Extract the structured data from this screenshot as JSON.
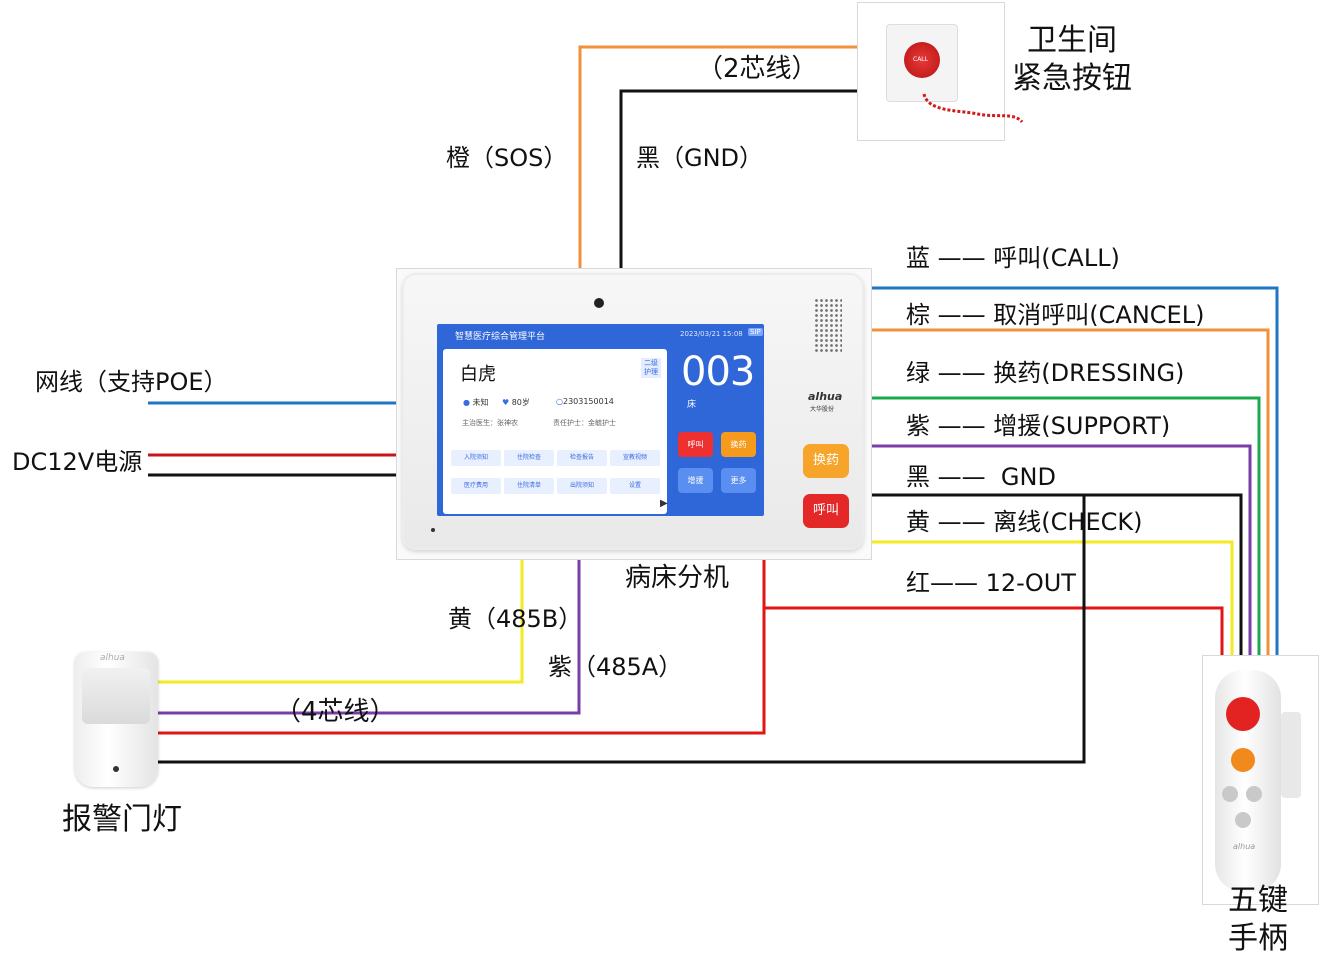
{
  "devices": {
    "main_unit": "病床分机",
    "emergency_button": "卫生间\n紧急按钮",
    "door_lamp": "报警门灯",
    "handset": "五键\n手柄"
  },
  "labels": {
    "two_core": "（2芯线）",
    "four_core": "（4芯线）",
    "orange_sos": "橙（SOS）",
    "black_gnd": "黑（GND）",
    "network": "网线（支持POE）",
    "power": "DC12V电源",
    "yellow_485b": "黄（485B）",
    "purple_485a": "紫（485A）"
  },
  "handset_wires": [
    {
      "color_name": "蓝",
      "dash": "——",
      "signal": "呼叫(CALL)",
      "color": "#1f77c4"
    },
    {
      "color_name": "棕",
      "dash": "——",
      "signal": "取消呼叫(CANCEL)",
      "color": "#f0923a"
    },
    {
      "color_name": "绿",
      "dash": "——",
      "signal": "换药(DRESSING)",
      "color": "#1aa84a"
    },
    {
      "color_name": "紫",
      "dash": "——",
      "signal": "增援(SUPPORT)",
      "color": "#7a3da8"
    },
    {
      "color_name": "黑",
      "dash": "——",
      "signal": "GND",
      "color": "#111111"
    },
    {
      "color_name": "黄",
      "dash": "——",
      "signal": "离线(CHECK)",
      "color": "#f3ea1f"
    },
    {
      "color_name": "红",
      "dash": "——",
      "signal": "12-OUT",
      "color": "#e01515"
    }
  ],
  "wire_colors": {
    "orange": "#f0923a",
    "black": "#111111",
    "blue": "#1f77c4",
    "red": "#c81414",
    "yellow": "#f3ea1f",
    "purple": "#7a3da8",
    "green": "#1aa84a"
  },
  "screen": {
    "platform_title": "智慧医疗综合管理平台",
    "datetime": "2023/03/21 15:08",
    "sip": "SIP",
    "patient_name": "白虎",
    "care_level": "二级护理",
    "gender": "未知",
    "age": "80岁",
    "patient_id": "2303150014",
    "doctor": "主治医生：张神农",
    "nurse": "责任护士：金毓护士",
    "menu": [
      "入院须知",
      "住院检查",
      "检查报告",
      "宣教视频",
      "医疗费用",
      "住院清单",
      "出院须知",
      "设置"
    ],
    "bed_number": "003",
    "bed_label": "床",
    "buttons": {
      "call": "呼叫",
      "change": "换药",
      "support": "增援",
      "more": "更多"
    }
  },
  "panel": {
    "brand": "alhua",
    "brand_sub": "大华股份",
    "change_button": "换药",
    "call_button": "呼叫"
  },
  "emergency": {
    "button_text": "CALL"
  },
  "lamp": {
    "brand": "alhua"
  },
  "handset_detail": {
    "brand": "alhua"
  }
}
